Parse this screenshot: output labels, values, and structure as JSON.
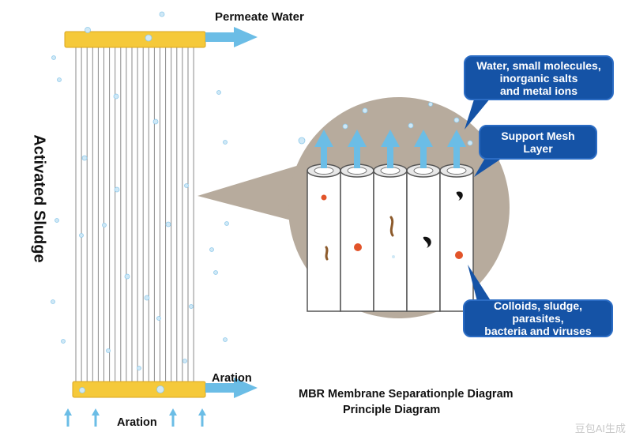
{
  "labels": {
    "permeate_water": "Permeate Water",
    "activated_sludge": "Activated Sludge",
    "aration_right": "Aration",
    "aration_bottom": "Aration"
  },
  "callouts": {
    "top": "Water, small molecules,\ninorganic salts\nand metal ions",
    "middle": "Support Mesh\nLayer",
    "bottom": "Colloids, sludge, parasites,\nbacteria and viruses"
  },
  "title": {
    "line1": "MBR Membrane Separationple Diagram",
    "line2": "Principle Diagram"
  },
  "watermark": "豆包AI生成",
  "colors": {
    "header_yellow": "#f5c93a",
    "arrow_blue": "#6bbde6",
    "callout_blue": "#1553a6",
    "zoom_circle": "#b7ab9d",
    "red_particle": "#e2542a"
  },
  "icons": [
    "up-arrow-icon",
    "right-arrow-icon",
    "bubble-icon",
    "particle-icon"
  ]
}
